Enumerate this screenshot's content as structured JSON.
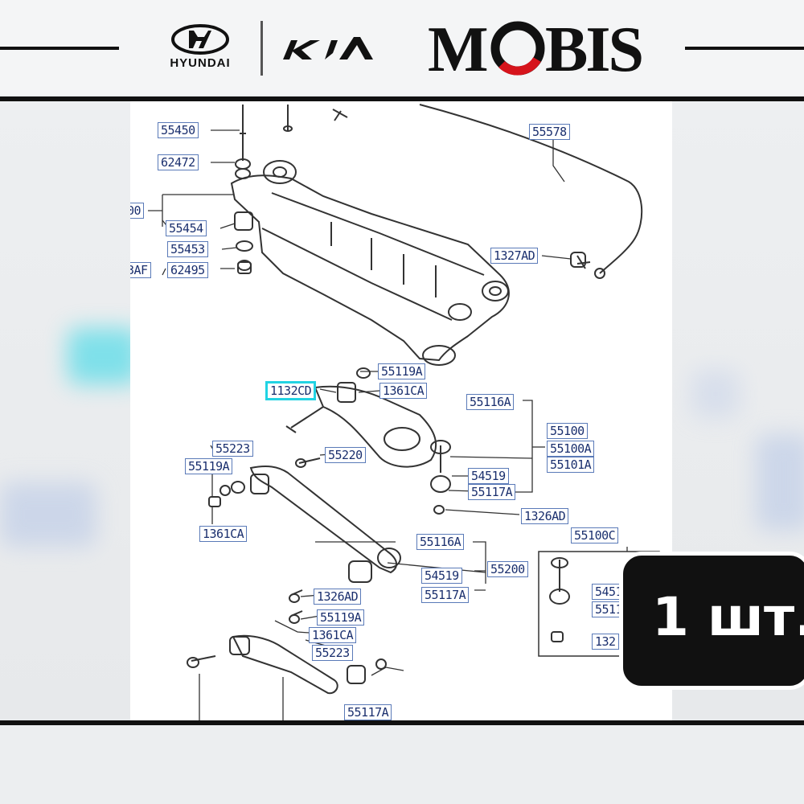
{
  "header": {
    "brands": {
      "hyundai": "HYUNDAI",
      "kia": "KIA",
      "mobis": "MOBIS"
    },
    "colors": {
      "mobis_accent": "#d6141c",
      "frame": "#111111"
    }
  },
  "diagram": {
    "labels": [
      {
        "id": "55450",
        "text": "55450"
      },
      {
        "id": "62472",
        "text": "62472"
      },
      {
        "id": "left-cut-00",
        "text": "00"
      },
      {
        "id": "55454",
        "text": "55454"
      },
      {
        "id": "55453",
        "text": "55453"
      },
      {
        "id": "left-cut-3af",
        "text": "3AF"
      },
      {
        "id": "62495",
        "text": "62495"
      },
      {
        "id": "55578",
        "text": "55578"
      },
      {
        "id": "1327ad",
        "text": "1327AD"
      },
      {
        "id": "55119a-top",
        "text": "55119A"
      },
      {
        "id": "1132cd",
        "text": "1132CD"
      },
      {
        "id": "1361ca-top",
        "text": "1361CA"
      },
      {
        "id": "55116a-top",
        "text": "55116A"
      },
      {
        "id": "55100",
        "text": "55100"
      },
      {
        "id": "55100a",
        "text": "55100A"
      },
      {
        "id": "55101a",
        "text": "55101A"
      },
      {
        "id": "55223-top",
        "text": "55223"
      },
      {
        "id": "55119a-left",
        "text": "55119A"
      },
      {
        "id": "55220",
        "text": "55220"
      },
      {
        "id": "54519-top",
        "text": "54519"
      },
      {
        "id": "55117a-top",
        "text": "55117A"
      },
      {
        "id": "1326ad-top",
        "text": "1326AD"
      },
      {
        "id": "1361ca-left",
        "text": "1361CA"
      },
      {
        "id": "55116a-mid",
        "text": "55116A"
      },
      {
        "id": "55100c",
        "text": "55100C"
      },
      {
        "id": "55200",
        "text": "55200"
      },
      {
        "id": "54519-mid",
        "text": "54519"
      },
      {
        "id": "55117a-mid",
        "text": "55117A"
      },
      {
        "id": "1326ad-mid",
        "text": "1326AD"
      },
      {
        "id": "55119a-low",
        "text": "55119A"
      },
      {
        "id": "1361ca-low",
        "text": "1361CA"
      },
      {
        "id": "55223-low",
        "text": "55223"
      },
      {
        "id": "55117a-low",
        "text": "55117A"
      },
      {
        "id": "box-5451",
        "text": "5451"
      },
      {
        "id": "box-5511",
        "text": "5511"
      },
      {
        "id": "box-132",
        "text": "132"
      }
    ],
    "highlighted_part": "1132CD",
    "highlight_color": "#21d3e3"
  },
  "badge": {
    "quantity": "1 шт."
  }
}
